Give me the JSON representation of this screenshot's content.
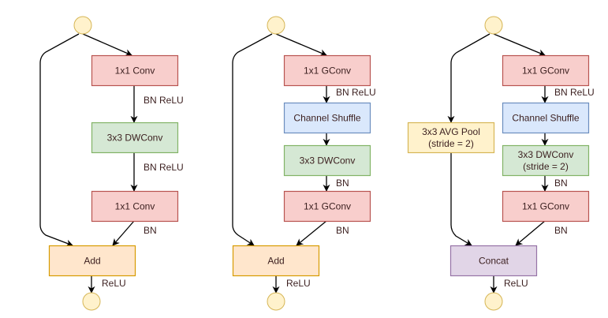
{
  "colors": {
    "conv": {
      "fill": "#f8cecc",
      "stroke": "#b85450"
    },
    "dwconv": {
      "fill": "#d5e8d4",
      "stroke": "#82b366"
    },
    "shuffle": {
      "fill": "#dae8fc",
      "stroke": "#6c8ebf"
    },
    "add": {
      "fill": "#ffe6cc",
      "stroke": "#d79b00"
    },
    "pool": {
      "fill": "#fff2cc",
      "stroke": "#d6b656"
    },
    "concat": {
      "fill": "#e1d5e7",
      "stroke": "#9673a6"
    },
    "terminal": {
      "fill": "#fff2cc",
      "stroke": "#d6b656"
    }
  },
  "diagrams": [
    {
      "name": "bottleneck-unit",
      "nodes": [
        {
          "id": "a1",
          "lines": [
            "1x1 Conv"
          ],
          "kind": "conv"
        },
        {
          "id": "a2",
          "lines": [
            "3x3 DWConv"
          ],
          "kind": "dwconv"
        },
        {
          "id": "a3",
          "lines": [
            "1x1 Conv"
          ],
          "kind": "conv"
        },
        {
          "id": "a4",
          "lines": [
            "Add"
          ],
          "kind": "add"
        }
      ],
      "edge_labels": [
        "BN ReLU",
        "BN ReLU",
        "BN",
        "ReLU"
      ]
    },
    {
      "name": "shufflenet-unit",
      "nodes": [
        {
          "id": "b1",
          "lines": [
            "1x1 GConv"
          ],
          "kind": "conv"
        },
        {
          "id": "b2",
          "lines": [
            "Channel Shuffle"
          ],
          "kind": "shuffle"
        },
        {
          "id": "b3",
          "lines": [
            "3x3 DWConv"
          ],
          "kind": "dwconv"
        },
        {
          "id": "b4",
          "lines": [
            "1x1 GConv"
          ],
          "kind": "conv"
        },
        {
          "id": "b5",
          "lines": [
            "Add"
          ],
          "kind": "add"
        }
      ],
      "edge_labels": [
        "BN ReLU",
        "BN",
        "BN",
        "ReLU"
      ]
    },
    {
      "name": "shufflenet-stride2-unit",
      "nodes": [
        {
          "id": "c1",
          "lines": [
            "1x1 GConv"
          ],
          "kind": "conv"
        },
        {
          "id": "c2",
          "lines": [
            "Channel Shuffle"
          ],
          "kind": "shuffle"
        },
        {
          "id": "c3",
          "lines": [
            "3x3 DWConv",
            "(stride = 2)"
          ],
          "kind": "dwconv"
        },
        {
          "id": "c4",
          "lines": [
            "1x1 GConv"
          ],
          "kind": "conv"
        },
        {
          "id": "c5",
          "lines": [
            "3x3 AVG Pool",
            "(stride = 2)"
          ],
          "kind": "pool"
        },
        {
          "id": "c6",
          "lines": [
            "Concat"
          ],
          "kind": "concat"
        }
      ],
      "edge_labels": [
        "BN ReLU",
        "BN",
        "BN",
        "ReLU"
      ]
    }
  ]
}
